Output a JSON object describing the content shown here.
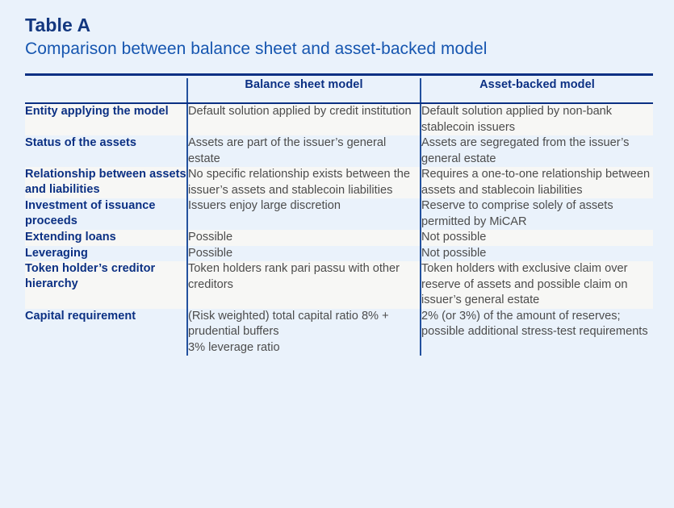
{
  "title": {
    "label": "Table A",
    "subtitle": "Comparison between balance sheet and asset-backed model"
  },
  "table": {
    "columns": [
      "",
      "Balance sheet model",
      "Asset-backed model"
    ],
    "rows": [
      {
        "key": "Entity applying the model",
        "balance_sheet": "Default solution applied by credit institution",
        "asset_backed": "Default solution applied by non-bank stablecoin issuers"
      },
      {
        "key": "Status of the assets",
        "balance_sheet": "Assets are part of the issuer’s general estate",
        "asset_backed": "Assets are segregated from the issuer’s general estate"
      },
      {
        "key": "Relationship between assets and liabilities",
        "balance_sheet": "No specific relationship exists between the issuer’s assets and stablecoin liabilities",
        "asset_backed": "Requires a one-to-one relationship between assets and stablecoin liabilities"
      },
      {
        "key": "Investment of issuance proceeds",
        "balance_sheet": "Issuers enjoy large discretion",
        "asset_backed": "Reserve to comprise solely of assets permitted by MiCAR"
      },
      {
        "key": "Extending loans",
        "balance_sheet": "Possible",
        "asset_backed": "Not possible"
      },
      {
        "key": "Leveraging",
        "balance_sheet": "Possible",
        "asset_backed": "Not possible"
      },
      {
        "key": "Token holder’s creditor hierarchy",
        "balance_sheet": "Token holders rank pari passu with other creditors",
        "asset_backed": "Token holders with exclusive claim over reserve of assets and possible claim on issuer’s general estate"
      },
      {
        "key": "Capital requirement",
        "balance_sheet_lines": [
          "(Risk weighted) total capital ratio 8% + prudential buffers",
          "3% leverage ratio"
        ],
        "asset_backed": "2% (or 3%) of the amount of reserves; possible additional stress-test requirements"
      }
    ]
  },
  "colors": {
    "page_background": "#eaf2fb",
    "title_navy": "#13377f",
    "subtitle_blue": "#1656b0",
    "rule_navy": "#0b3083",
    "divider_blue": "#23519e",
    "stripe_light": "#f7f7f5",
    "body_text": "#4c4c4c"
  }
}
